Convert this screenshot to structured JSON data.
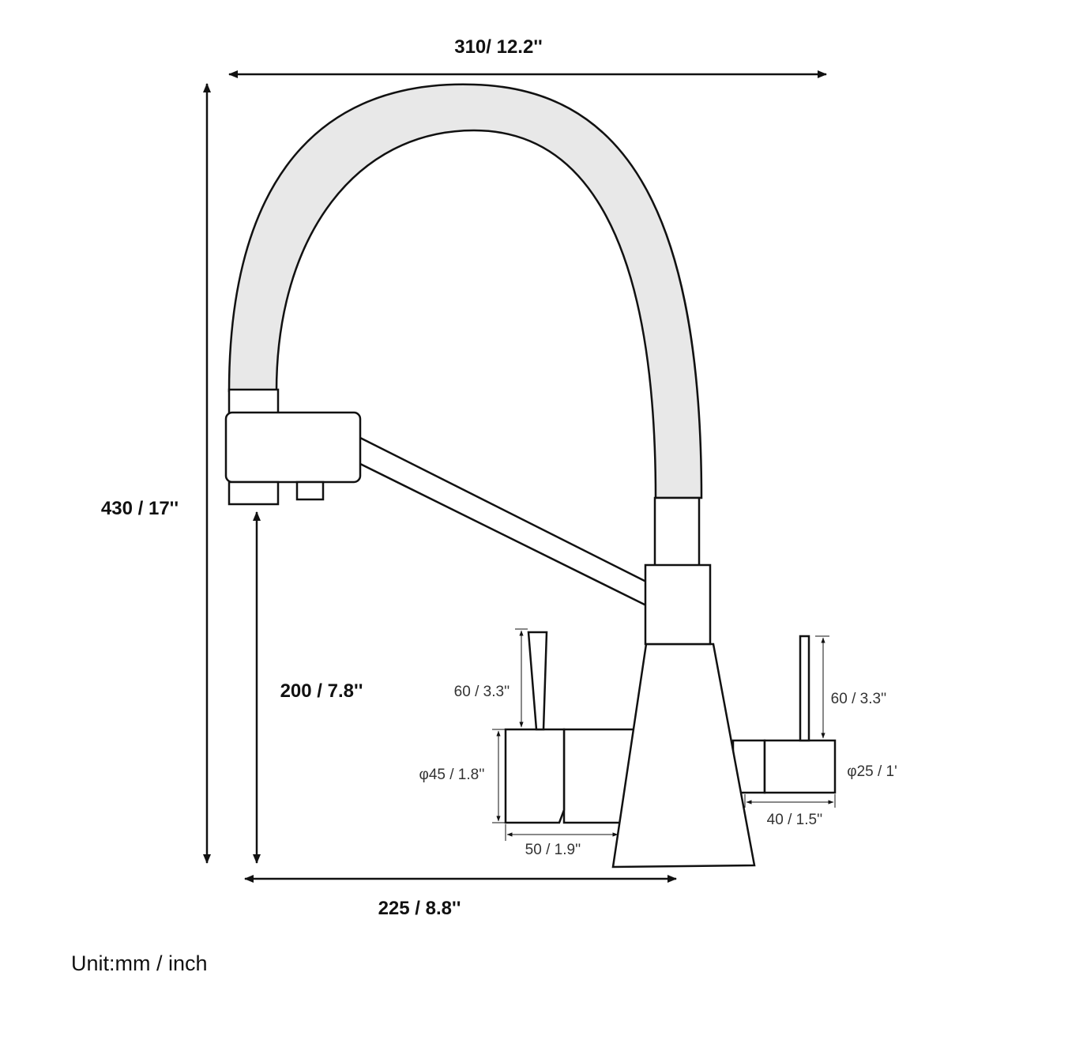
{
  "dimensions": {
    "total_width": "310/ 12.2''",
    "total_height": "430 / 17''",
    "spout_clearance": "200 / 7.8''",
    "reach": "225 / 8.8''",
    "left_handle_height": "60 / 3.3''",
    "left_body_diameter": "φ45 / 1.8''",
    "left_body_length": "50 / 1.9''",
    "right_handle_height": "60 / 3.3''",
    "right_body_diameter": "φ25 / 1'",
    "right_body_length": "40 / 1.5''"
  },
  "unit_note": "Unit:mm / inch",
  "colors": {
    "outline": "#111111",
    "hose_fill": "#e8e8e8",
    "background": "#ffffff"
  }
}
